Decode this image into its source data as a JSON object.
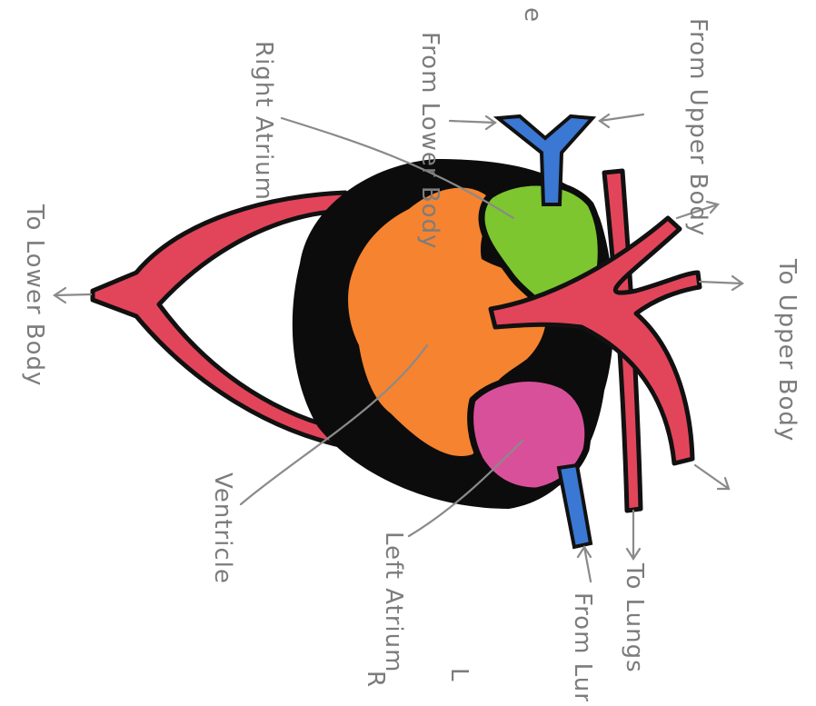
{
  "labels": {
    "from_upper_body": "From Upper Body",
    "from_lower_body": "From Lower Body",
    "right_atrium": "Right Atrium",
    "to_upper_body": "To Upper Body",
    "to_lower_body": "To Lower Body",
    "ventricle": "Ventricle",
    "left_atrium": "Left Atrium",
    "from_lungs": "From Lungs",
    "to_lungs": "To Lungs",
    "corner_e": "e",
    "margin_r": "R",
    "margin_l": "L"
  },
  "colors": {
    "right_atrium": "#7dc62f",
    "left_atrium": "#d9509a",
    "ventricle_oxygen_mixed": "#f5832f",
    "heart_outline": "#0c0c0c",
    "arteries": "#e2455a",
    "veins": "#3a78d4"
  }
}
